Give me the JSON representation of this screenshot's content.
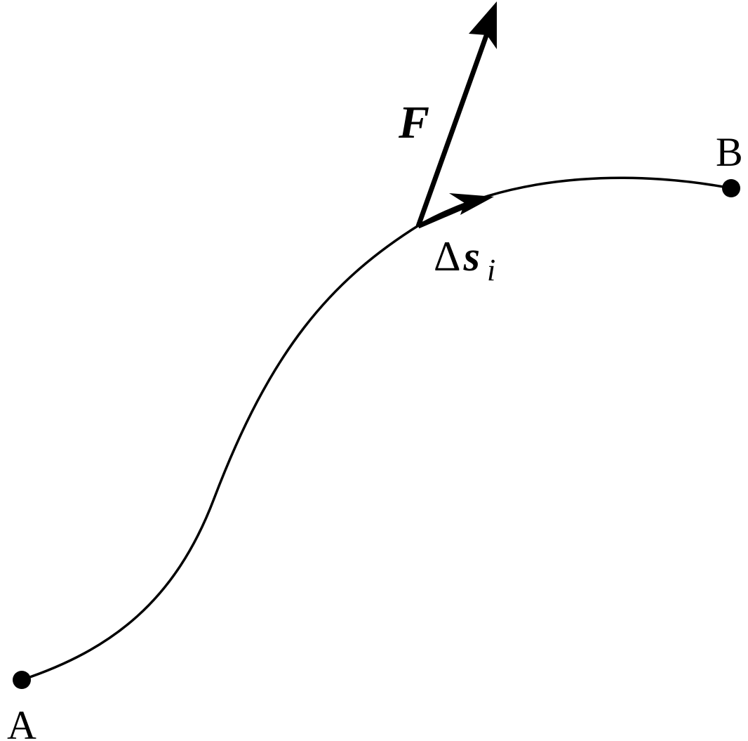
{
  "points": {
    "start": {
      "label": "A"
    },
    "end": {
      "label": "B"
    }
  },
  "vectors": {
    "force": {
      "label": "F"
    },
    "displacement": {
      "delta": "Δ",
      "symbol": "s",
      "subscript": "i"
    }
  },
  "colors": {
    "ink": "#000000",
    "background": "#ffffff"
  }
}
